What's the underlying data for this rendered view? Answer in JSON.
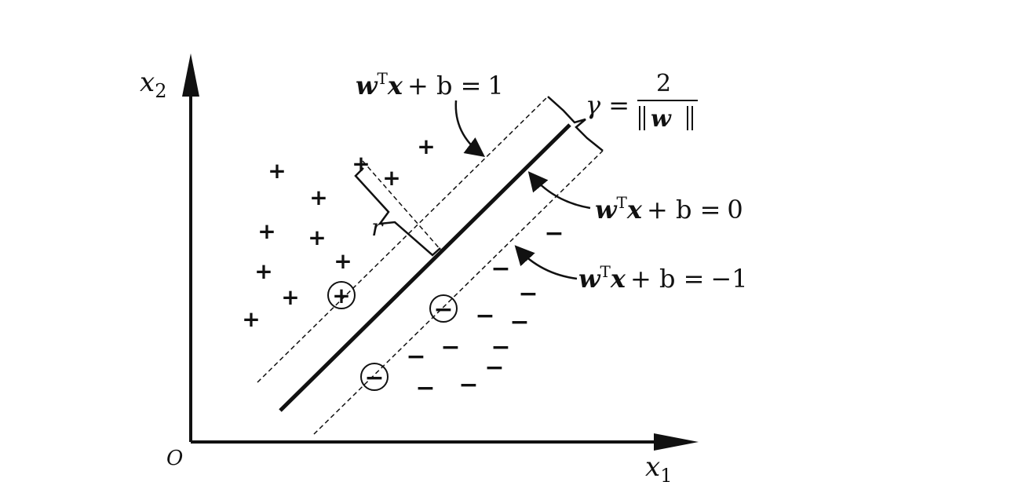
{
  "axes": {
    "x_label": "x",
    "x_sub": "1",
    "y_label": "x",
    "y_sub": "2",
    "origin_label": "O"
  },
  "equations": {
    "w": "w",
    "T": "T",
    "x": "x",
    "plus_b": "+ b =",
    "upper_rhs": "1",
    "center_rhs": "0",
    "lower_rhs": "−1"
  },
  "margin": {
    "gamma": "γ =",
    "numerator": "2",
    "denominator_w": "w"
  },
  "distance_label": "r",
  "symbols": {
    "positive": "+",
    "negative": "−"
  },
  "colors": {
    "ink": "#111111",
    "background": "#ffffff"
  }
}
